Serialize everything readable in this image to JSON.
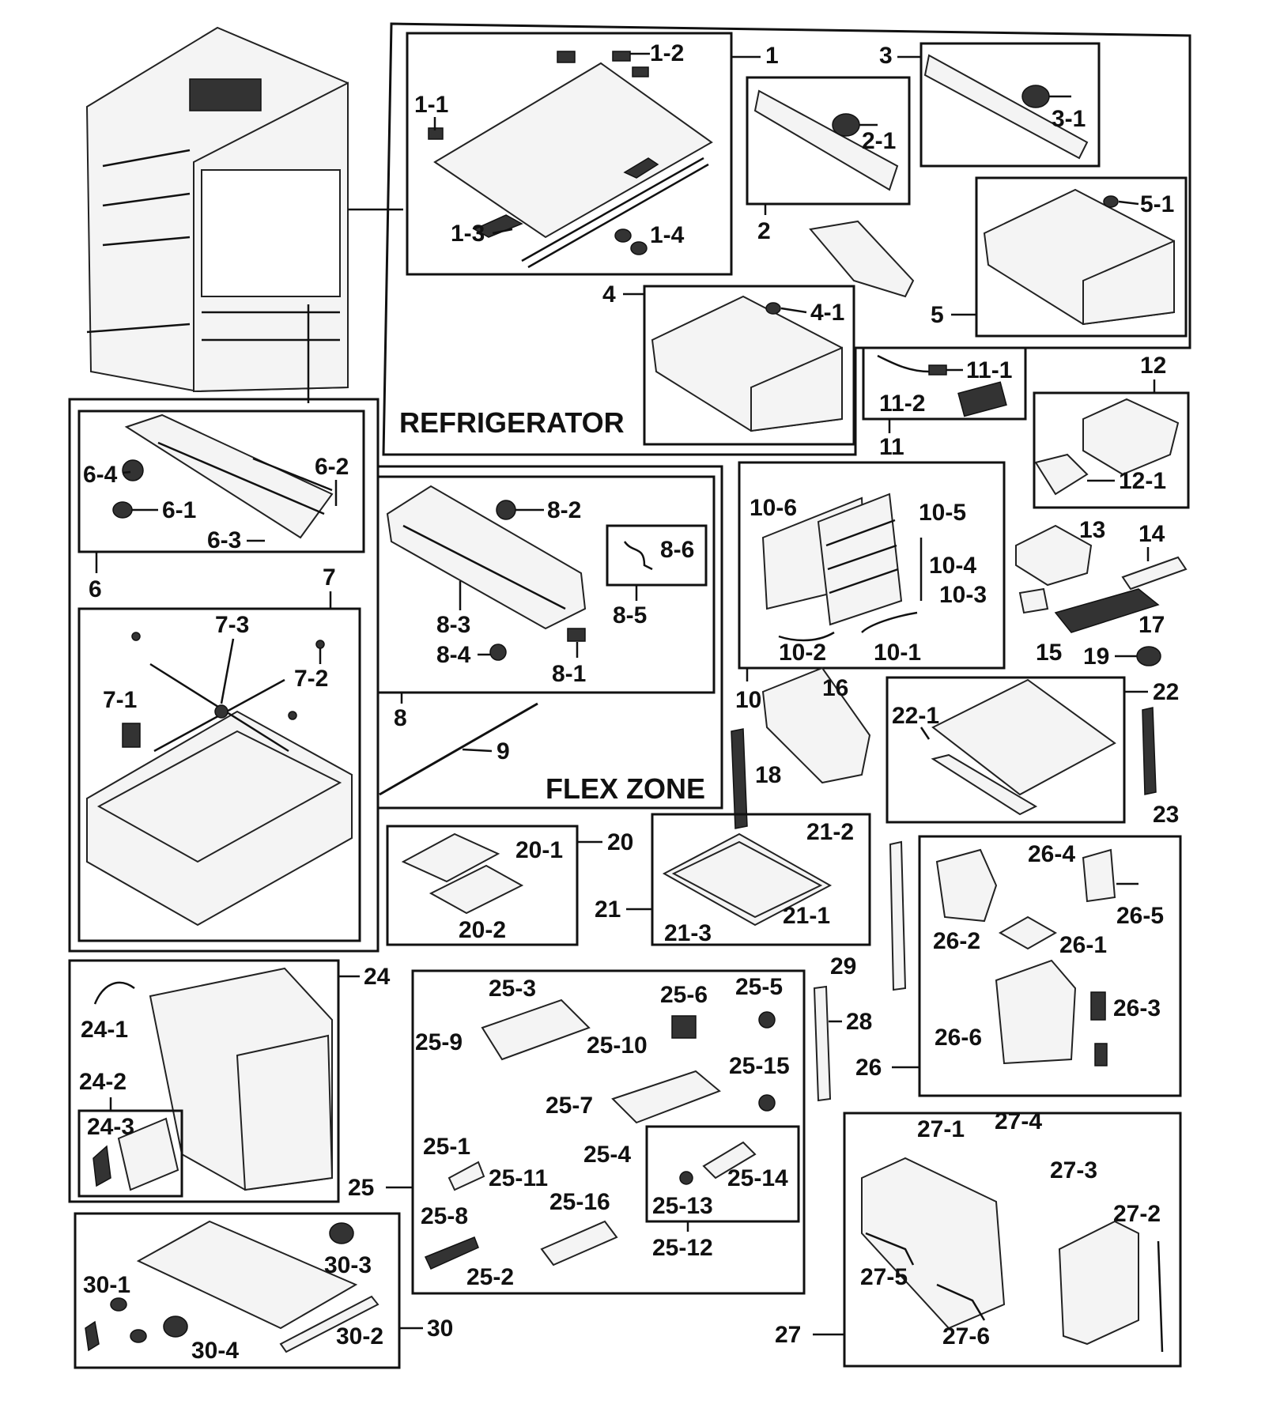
{
  "section_titles": {
    "refrigerator": "REFRIGERATOR",
    "flex_zone": "FLEX ZONE"
  },
  "labels": {
    "p1": "1",
    "p1_1": "1-1",
    "p1_2": "1-2",
    "p1_3": "1-3",
    "p1_4": "1-4",
    "p2": "2",
    "p2_1": "2-1",
    "p3": "3",
    "p3_1": "3-1",
    "p4": "4",
    "p4_1": "4-1",
    "p5": "5",
    "p5_1": "5-1",
    "p6": "6",
    "p6_1": "6-1",
    "p6_2": "6-2",
    "p6_3": "6-3",
    "p6_4": "6-4",
    "p7": "7",
    "p7_1": "7-1",
    "p7_2": "7-2",
    "p7_3": "7-3",
    "p8": "8",
    "p8_1": "8-1",
    "p8_2": "8-2",
    "p8_3": "8-3",
    "p8_4": "8-4",
    "p8_5": "8-5",
    "p8_6": "8-6",
    "p9": "9",
    "p10": "10",
    "p10_1": "10-1",
    "p10_2": "10-2",
    "p10_3": "10-3",
    "p10_4": "10-4",
    "p10_5": "10-5",
    "p10_6": "10-6",
    "p11": "11",
    "p11_1": "11-1",
    "p11_2": "11-2",
    "p12": "12",
    "p12_1": "12-1",
    "p13": "13",
    "p14": "14",
    "p15": "15",
    "p16": "16",
    "p17": "17",
    "p18": "18",
    "p19": "19",
    "p20": "20",
    "p20_1": "20-1",
    "p20_2": "20-2",
    "p21": "21",
    "p21_1": "21-1",
    "p21_2": "21-2",
    "p21_3": "21-3",
    "p22": "22",
    "p22_1": "22-1",
    "p23": "23",
    "p24": "24",
    "p24_1": "24-1",
    "p24_2": "24-2",
    "p24_3": "24-3",
    "p25": "25",
    "p25_1": "25-1",
    "p25_2": "25-2",
    "p25_3": "25-3",
    "p25_4": "25-4",
    "p25_5": "25-5",
    "p25_6": "25-6",
    "p25_7": "25-7",
    "p25_8": "25-8",
    "p25_9": "25-9",
    "p25_10": "25-10",
    "p25_11": "25-11",
    "p25_12": "25-12",
    "p25_13": "25-13",
    "p25_14": "25-14",
    "p25_15": "25-15",
    "p25_16": "25-16",
    "p26": "26",
    "p26_1": "26-1",
    "p26_2": "26-2",
    "p26_3": "26-3",
    "p26_4": "26-4",
    "p26_5": "26-5",
    "p26_6": "26-6",
    "p27": "27",
    "p27_1": "27-1",
    "p27_2": "27-2",
    "p27_3": "27-3",
    "p27_4": "27-4",
    "p27_5": "27-5",
    "p27_6": "27-6",
    "p28": "28",
    "p29": "29",
    "p30": "30",
    "p30_1": "30-1",
    "p30_2": "30-2",
    "p30_3": "30-3",
    "p30_4": "30-4"
  }
}
